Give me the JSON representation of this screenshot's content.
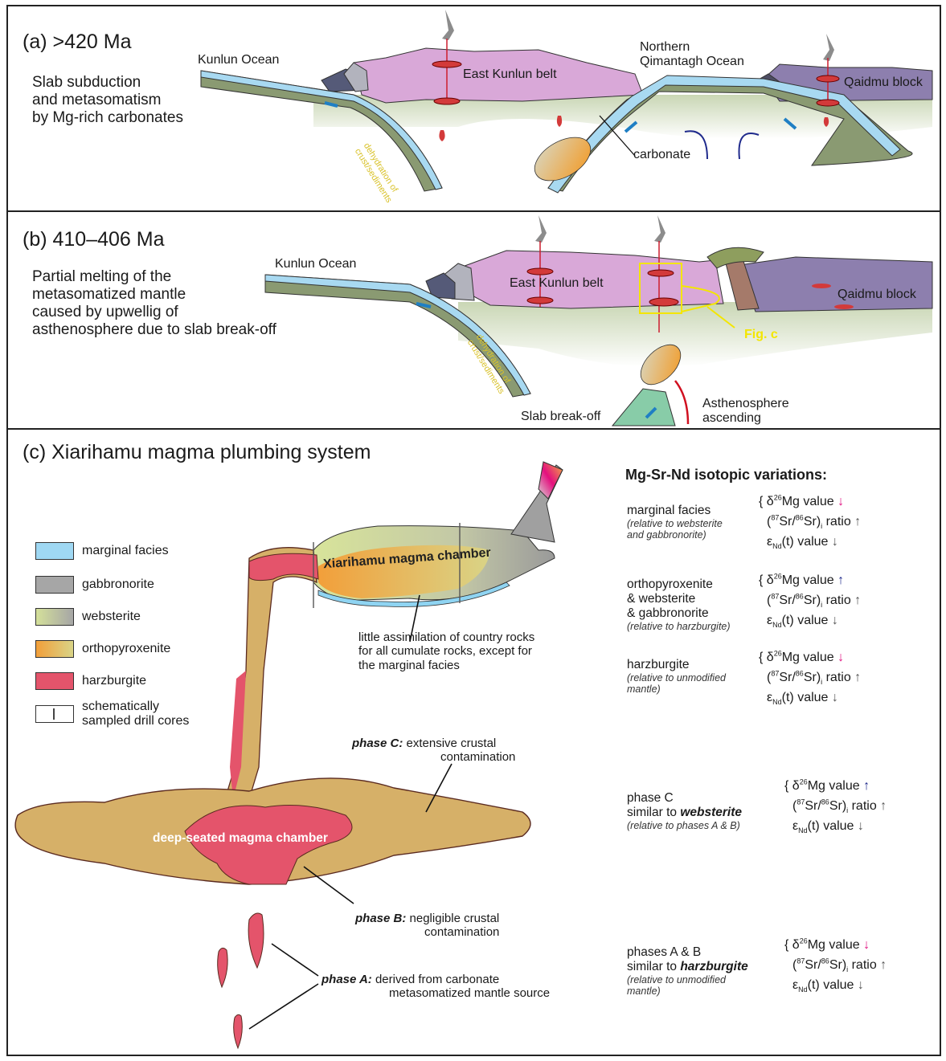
{
  "panel_a": {
    "title": "(a) >420 Ma",
    "description": "Slab subduction\nand metasomatism\nby Mg-rich carbonates",
    "labels": {
      "kunlun_ocean": "Kunlun Ocean",
      "east_kunlun_belt": "East Kunlun belt",
      "northern_qimantagh_ocean": "Northern\nQimantagh Ocean",
      "qaidmu_block": "Qaidmu block",
      "carbonate": "carbonate",
      "dehydration": "dehydration of\ncrust/sediments"
    }
  },
  "panel_b": {
    "title": "(b) 410–406 Ma",
    "description": "Partial melting of the\nmetasomatized mantle\ncaused by upwellig of\nasthenosphere due to slab break-off",
    "labels": {
      "kunlun_ocean": "Kunlun Ocean",
      "east_kunlun_belt": "East Kunlun belt",
      "qaidmu_block": "Qaidmu block",
      "fig_c": "Fig. c",
      "slab_break_off": "Slab break-off",
      "asthenosphere": "Asthenosphere\nascending",
      "dehydration": "dehydration of\ncrust/sediments"
    }
  },
  "panel_c": {
    "title": "(c) Xiarihamu magma plumbing system",
    "legend": [
      {
        "label": "marginal facies",
        "color": "#9fd8f3"
      },
      {
        "label": "gabbronorite",
        "color": "#a6a6a6"
      },
      {
        "label": "websterite",
        "color": "#d4e09a"
      },
      {
        "label": "orthopyroxenite",
        "color": "#f3b340"
      },
      {
        "label": "harzburgite",
        "color": "#e4546b"
      },
      {
        "label": "schematically\nsampled drill cores",
        "color": "#ffffff"
      }
    ],
    "chamber_upper": "Xiarihamu magma chamber",
    "chamber_deep": "deep-seated magma chamber",
    "assimilation_note": "little assimilation of country rocks\nfor all cumulate rocks, except for\nthe marginal facies",
    "phase_c": {
      "tag": "phase C:",
      "text": "extensive crustal",
      "text2": "contamination"
    },
    "phase_b": {
      "tag": "phase B:",
      "text": "negligible crustal",
      "text2": "contamination"
    },
    "phase_a": {
      "tag": "phase A:",
      "text": "derived from carbonate",
      "text2": "metasomatized mantle source"
    },
    "iso_title": "Mg-Sr-Nd isotopic variations:",
    "iso_groups": [
      {
        "head": "marginal facies",
        "rel": "(relative to websterite\nand gabbronorite)",
        "mg_dir": "down"
      },
      {
        "head": "orthopyroxenite\n& websterite\n& gabbronorite",
        "rel": "(relative to harzburgite)",
        "mg_dir": "up"
      },
      {
        "head": "harzburgite",
        "rel": "(relative to unmodified\nmantle)",
        "mg_dir": "down"
      },
      {
        "head": "phase C\nsimilar to",
        "head_bold": "websterite",
        "rel": "(relative to phases A & B)",
        "mg_dir": "up"
      },
      {
        "head": "phases A & B\nsimilar to",
        "head_bold": "harzburgite",
        "rel": "(relative to unmodified\nmantle)",
        "mg_dir": "down"
      }
    ],
    "iso_values": {
      "mg": "value",
      "sr": "ratio",
      "nd": "value"
    },
    "colors": {
      "mg_down": "#e0107f",
      "mg_up": "#1f2a8c",
      "small_arrow": "#555555"
    }
  }
}
